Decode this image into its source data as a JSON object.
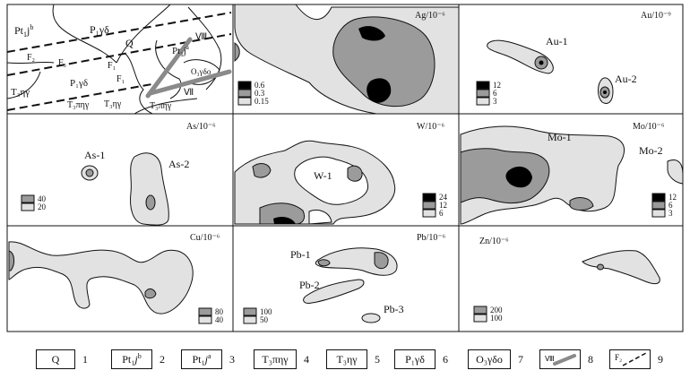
{
  "colors": {
    "low": "#e2e2e2",
    "mid": "#9b9b9b",
    "high": "#000000",
    "fault": "#000000",
    "dike": "#8a8a8a"
  },
  "geology": {
    "units": [
      "Pt₁j^b",
      "P₁γδ",
      "Q",
      "Pt₁j^a",
      "F₂",
      "F₃",
      "F₁",
      "F₁",
      "T₃ηγ",
      "P₁γδ",
      "T₃πηγ",
      "T₃ηγ",
      "Ⅷ",
      "O₃γδo",
      "Ⅶ",
      "T₃πηγ"
    ]
  },
  "panels": [
    {
      "id": "ag",
      "title": "Ag/10⁻⁶",
      "legend": [
        "0.6",
        "0.3",
        "0.15"
      ],
      "labels": []
    },
    {
      "id": "au",
      "title": "Au/10⁻⁹",
      "legend": [
        "12",
        "6",
        "3"
      ],
      "labels": [
        "Au-1",
        "Au-2"
      ]
    },
    {
      "id": "as",
      "title": "As/10⁻⁶",
      "legend": [
        "40",
        "20"
      ],
      "labels": [
        "As-1",
        "As-2"
      ]
    },
    {
      "id": "w",
      "title": "W/10⁻⁶",
      "legend": [
        "24",
        "12",
        "6"
      ],
      "labels": [
        "W-1"
      ]
    },
    {
      "id": "mo",
      "title": "Mo/10⁻⁶",
      "legend": [
        "12",
        "6",
        "3"
      ],
      "labels": [
        "Mo-1",
        "Mo-2"
      ]
    },
    {
      "id": "cu",
      "title": "Cu/10⁻⁶",
      "legend": [
        "80",
        "40"
      ],
      "labels": []
    },
    {
      "id": "pb",
      "title": "Pb/10⁻⁶",
      "legend": [
        "100",
        "50"
      ],
      "labels": [
        "Pb-1",
        "Pb-2",
        "Pb-3"
      ]
    },
    {
      "id": "zn",
      "title": "Zn/10⁻⁶",
      "legend": [
        "200",
        "100"
      ],
      "labels": []
    }
  ],
  "legend": [
    {
      "label": "Q",
      "num": "1"
    },
    {
      "label": "Pt₁j^b",
      "num": "2"
    },
    {
      "label": "Pt₁j^a",
      "num": "3"
    },
    {
      "label": "T₃πηγ",
      "num": "4"
    },
    {
      "label": "T₃ηγ",
      "num": "5"
    },
    {
      "label": "P₁γδ",
      "num": "6"
    },
    {
      "label": "O₃γδo",
      "num": "7"
    },
    {
      "label": "Ⅷ",
      "num": "8"
    },
    {
      "label": "F₂",
      "num": "9"
    }
  ]
}
